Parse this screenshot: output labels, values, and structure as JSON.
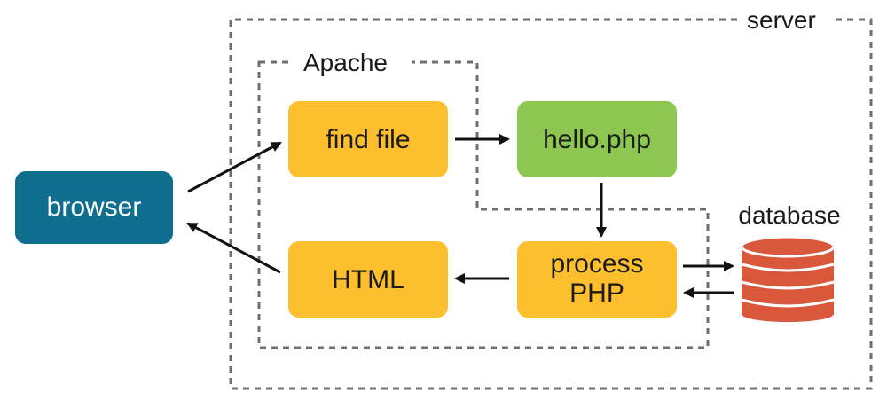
{
  "labels": {
    "server": "server",
    "apache": "Apache",
    "database": "database"
  },
  "boxes": {
    "browser": "browser",
    "find_file": "find file",
    "hello_php": "hello.php",
    "html": "HTML",
    "process_php_line1": "process",
    "process_php_line2": "PHP"
  },
  "colors": {
    "browser": "#0f6e8e",
    "apache_step": "#fdbf2d",
    "php_file": "#8cc751",
    "database": "#d9573b",
    "arrow": "#111111",
    "dashed_border": "#6f6f6f"
  }
}
